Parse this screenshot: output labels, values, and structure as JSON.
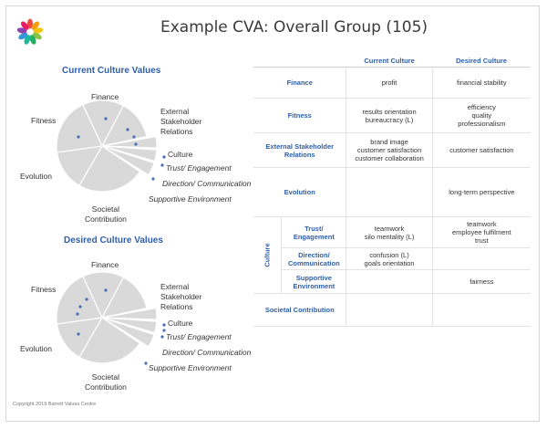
{
  "title": "Example CVA: Overall Group (105)",
  "charts": [
    {
      "heading": "Current Culture Values",
      "labels": {
        "finance": "Finance",
        "fitness": "Fitness",
        "external": "External\nStakeholder\nRelations",
        "culture": "Culture",
        "trust": "Trust/ Engagement",
        "direction": "Direction/ Communication",
        "supportive": "Supportive Environment",
        "evolution": "Evolution",
        "societal": "Societal\nContribution"
      }
    },
    {
      "heading": "Desired Culture Values",
      "labels": {
        "finance": "Finance",
        "fitness": "Fitness",
        "external": "External\nStakeholder\nRelations",
        "culture": "Culture",
        "trust": "Trust/ Engagement",
        "direction": "Direction/ Communication",
        "supportive": "Supportive Environment",
        "evolution": "Evolution",
        "societal": "Societal\nContribution"
      }
    }
  ],
  "table": {
    "headers": [
      "Current Culture",
      "Desired Culture"
    ],
    "culture_group_label": "Culture",
    "rows": {
      "finance": {
        "label": "Finance",
        "current": [
          "profit"
        ],
        "desired": [
          "financial stability"
        ]
      },
      "fitness": {
        "label": "Fitness",
        "current": [
          "results orientation",
          "bureaucracy (L)"
        ],
        "desired": [
          "efficiency",
          "quality",
          "professionalism"
        ]
      },
      "external": {
        "label": "External Stakeholder Relations",
        "current": [
          "brand image",
          "customer satisfaction",
          "customer collaboration"
        ],
        "desired": [
          "customer satisfaction"
        ]
      },
      "evolution": {
        "label": "Evolution",
        "current": [],
        "desired": [
          "long-term perspective"
        ]
      },
      "trust": {
        "label": "Trust/ Engagement",
        "current": [
          "teamwork",
          "silo mentality (L)"
        ],
        "desired": [
          "teamwork",
          "employee fulfilment",
          "trust"
        ]
      },
      "direction": {
        "label": "Direction/ Communication",
        "current": [
          "confusion (L)",
          "goals orientation"
        ],
        "desired": []
      },
      "supportive": {
        "label": "Supportive Environment",
        "current": [],
        "desired": [
          "fairness"
        ]
      },
      "societal": {
        "label": "Societal Contribution",
        "current": [],
        "desired": []
      }
    }
  },
  "copyright": "Copyright 2019 Barrett Values Centre",
  "colors": {
    "accent": "#2e5ea8",
    "pie_fill": "#d9d9d9",
    "dot": "#4a6fb5"
  }
}
